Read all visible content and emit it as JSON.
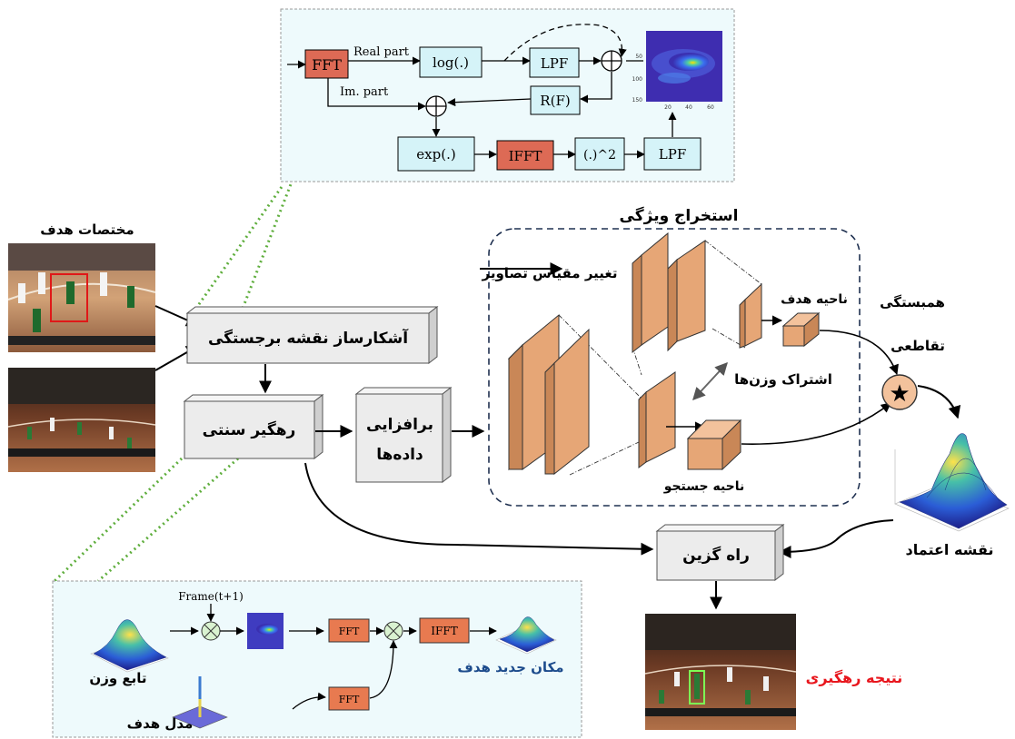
{
  "saliency_detail": {
    "fft": "FFT",
    "real_part": "Real part",
    "im_part": "Im. part",
    "log": "log(.)",
    "lpf_top": "LPF",
    "rf": "R(F)",
    "exp": "exp(.)",
    "ifft": "IFFT",
    "square": "(.)^2",
    "lpf_bottom": "LPF",
    "heatmap_yticks": [
      "50",
      "100",
      "150"
    ],
    "heatmap_xticks": [
      "20",
      "40",
      "60"
    ]
  },
  "inputs": {
    "target_coords_label": "مختصات هدف"
  },
  "pipeline": {
    "saliency_detector": "آشکارساز نقشه برجستگی",
    "traditional_tracker": "رهگیر سنتی",
    "augmentation_line1": "برافزایی",
    "augmentation_line2": "داده‌ها",
    "switch": "راه گزین"
  },
  "feature_extraction": {
    "title": "استخراج ویژگی",
    "rescale_label": "تغییر مقیاس تصاویر",
    "target_region": "ناحیه هدف",
    "search_region": "ناحیه جستجو",
    "weight_sharing": "اشتراک وزن‌ها"
  },
  "correlation": {
    "label_line1": "همبستگی",
    "label_line2": "تقاطعی",
    "symbol": "★"
  },
  "outputs": {
    "confidence_map": "نقشه اعتماد",
    "tracking_result": "نتیجه رهگیری"
  },
  "tracker_detail": {
    "frame_label": "Frame(t+1)",
    "fft_a": "FFT",
    "fft_b": "FFT",
    "ifft": "IFFT",
    "weight_function": "تابع وزن",
    "target_model": "مدل هدف",
    "new_location": "مکان جدید هدف"
  },
  "colors": {
    "fft_block": "#dd6a55",
    "detail_block": "#d5f3f8",
    "feature_map": "#e6a676",
    "pipeline_box": "#ececec",
    "dashed_frame": "#1f3050",
    "tracking_result_text": "#e8161d",
    "new_location_text": "#1c4b8c",
    "zoom_dots": "#5fae3d"
  }
}
